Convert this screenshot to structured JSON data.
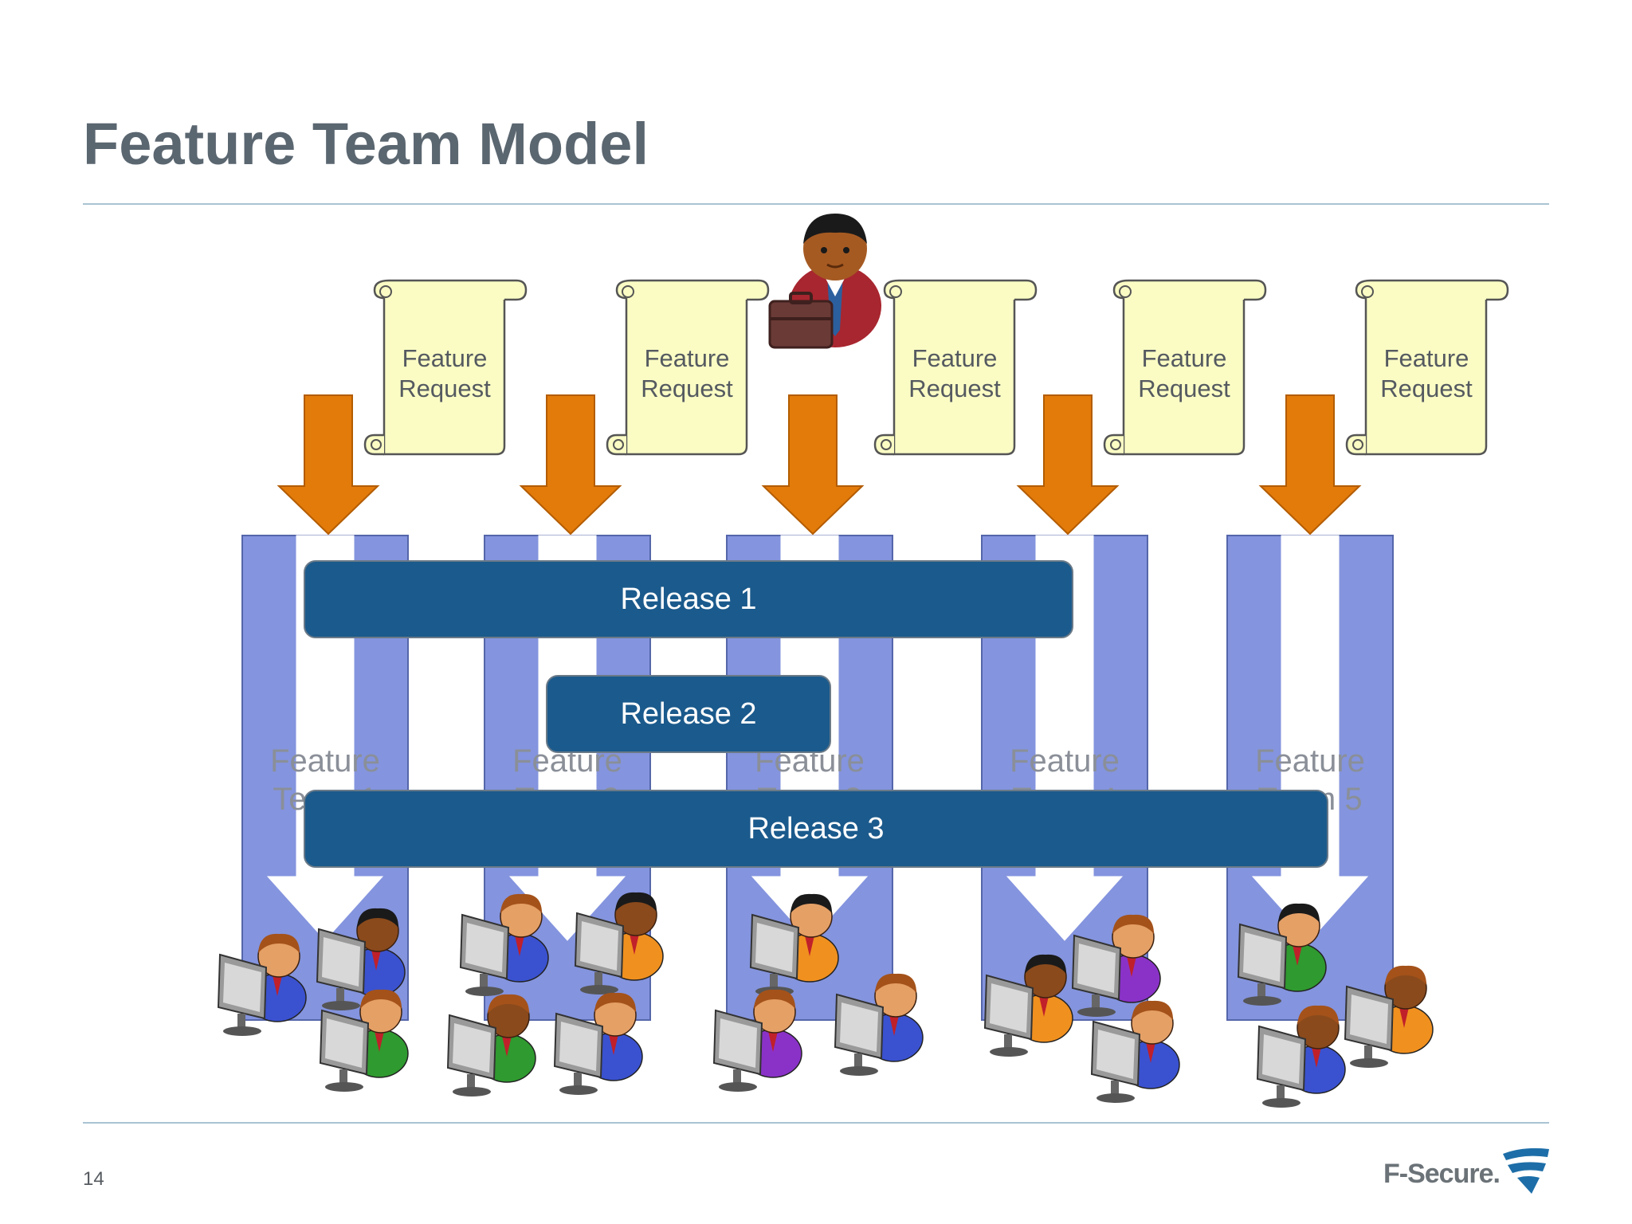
{
  "slide": {
    "title": "Feature Team Model",
    "page_number": "14",
    "logo_text": "F-Secure."
  },
  "feature_requests": [
    {
      "line1": "Feature",
      "line2": "Request"
    },
    {
      "line1": "Feature",
      "line2": "Request"
    },
    {
      "line1": "Feature",
      "line2": "Request"
    },
    {
      "line1": "Feature",
      "line2": "Request"
    },
    {
      "line1": "Feature",
      "line2": "Request"
    }
  ],
  "teams": [
    {
      "line1": "Feature",
      "line2": "Team 1"
    },
    {
      "line1": "Feature",
      "line2": "Team 2"
    },
    {
      "line1": "Feature",
      "line2": "Team 3"
    },
    {
      "line1": "Feature",
      "line2": "Team 4"
    },
    {
      "line1": "Feature",
      "line2": "Team 5"
    }
  ],
  "releases": [
    {
      "label": "Release 1"
    },
    {
      "label": "Release 2"
    },
    {
      "label": "Release 3"
    }
  ],
  "colors": {
    "title": "#5a6670",
    "column_fill": "#8494de",
    "column_stroke": "#5566aa",
    "arrow_orange": "#e37b0a",
    "scroll_fill": "#fafcc4",
    "release_fill": "#1b5a8c",
    "rule": "#a9c3d3"
  },
  "icons": {
    "manager": "businessman-with-briefcase-icon",
    "developer": "developer-at-computer-icon",
    "logo_mark": "f-secure-logo-icon"
  }
}
